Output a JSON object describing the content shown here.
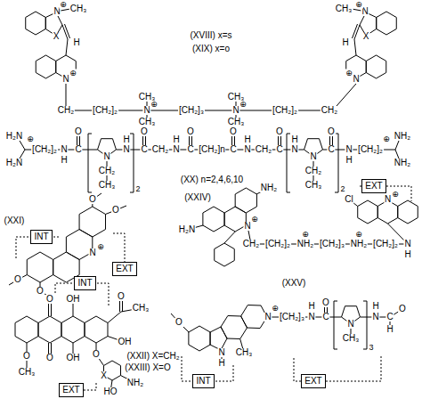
{
  "diagram": {
    "nodes": [
      {
        "text": [
          "EXT"
        ]
      },
      {
        "text": [
          "INT"
        ]
      },
      {
        "text": [
          "EXT"
        ]
      },
      {
        "text": [
          "INT"
        ]
      },
      {
        "text": [
          "INT"
        ]
      },
      {
        "text": [
          "EXT"
        ]
      },
      {
        "text": [
          "EXT"
        ]
      }
    ],
    "labels": [
      "N",
      "⊕",
      "CH₃",
      "X",
      "H",
      "N",
      "⊕",
      "N",
      "⊕",
      "CH₃",
      "X",
      "H",
      "N",
      "⊕",
      "(XVIII) x=s",
      "(XIX) x=o",
      "CH₂",
      "[CH₂]₂",
      "N",
      "⊕",
      "CH₃",
      "CH₃",
      "[CH₂]₃",
      "N",
      "⊕",
      "CH₃",
      "CH₃",
      "[CH₂]₂",
      "CH₂",
      "H₂N",
      "H₂N",
      "⊕",
      "[CH₂]₂",
      "N",
      "H",
      "C",
      "O",
      "N",
      "CH₂",
      "CH₃",
      "N",
      "H",
      "2",
      "C",
      "O",
      "CH₂",
      "N",
      "H",
      "C",
      "O",
      "[CH₂]n",
      "C",
      "O",
      "N",
      "H",
      "CH₂",
      "C",
      "O",
      "N",
      "H",
      "N",
      "CH₂",
      "CH₃",
      "C",
      "O",
      "2",
      "N",
      "H",
      "[CH₂]₂",
      "⊕",
      "NH₂",
      "NH₂",
      "(XX) n=2,4,6,10",
      "(XXI)",
      "O",
      "O",
      "N",
      "⊕",
      "O",
      "O",
      "(XXIV)",
      "H₂N",
      "NH₂",
      "N",
      "⊕",
      "CH₂",
      "[CH₂]₂",
      "NH₂",
      "⊕",
      "[CH₂]₃",
      "NH₂",
      "⊕",
      "[CH₂]₂",
      "N",
      "H",
      "Cl",
      "N",
      "⊕",
      "O",
      "OH",
      "O",
      "OH",
      "O",
      "CH₃",
      "O",
      "CH₃",
      "OH",
      "O",
      "X",
      "HO",
      "NH₂",
      "(XXII) X=CH₂",
      "(XXIII) X=O",
      "(XXV)",
      "O",
      "N",
      "H",
      "CH₃",
      "N",
      "⊕",
      "[CH₂]₃",
      "N",
      "H",
      "C",
      "O",
      "N",
      "CH₃",
      "3",
      "N",
      "H",
      "C",
      "O",
      "H"
    ]
  }
}
